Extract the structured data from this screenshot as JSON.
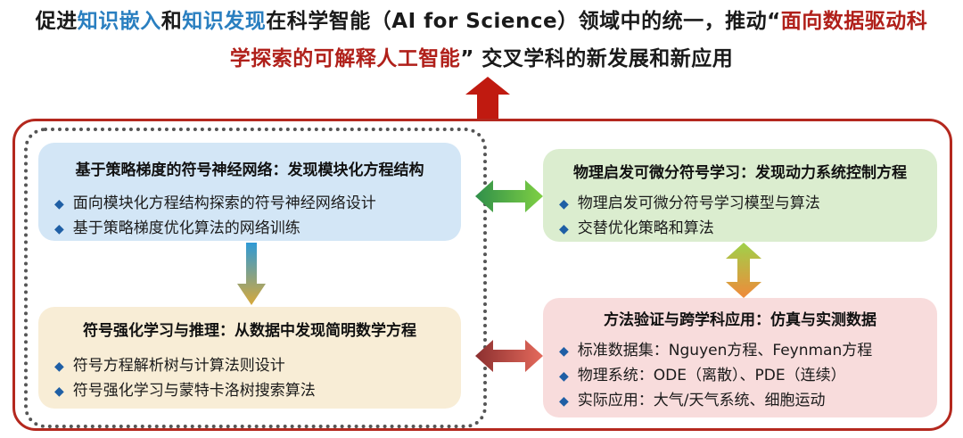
{
  "title": {
    "line1_a": "促进",
    "line1_b": "知识嵌入",
    "line1_c": "和",
    "line1_d": "知识发现",
    "line1_e": "在科学智能（AI for Science）领域中的统一，推动“",
    "line1_f": "面向数据驱动科",
    "line2_a": "学探索的可解释人工智能",
    "line2_b": "” 交叉学科的新发展和新应用"
  },
  "boxes": {
    "policy": {
      "title": "基于策略梯度的符号神经网络：发现模块化方程结构",
      "items": [
        "面向模块化方程结构探索的符号神经网络设计",
        "基于策略梯度优化算法的网络训练"
      ]
    },
    "physics": {
      "title": "物理启发可微分符号学习：发现动力系统控制方程",
      "items": [
        "物理启发可微分符号学习模型与算法",
        "交替优化策略和算法"
      ]
    },
    "rl": {
      "title": "符号强化学习与推理：从数据中发现简明数学方程",
      "items": [
        "符号方程解析树与计算法则设计",
        "符号强化学习与蒙特卡洛树搜索算法"
      ]
    },
    "validation": {
      "title": "方法验证与跨学科应用：仿真与实测数据",
      "items": [
        "标准数据集：Nguyen方程、Feynman方程",
        "物理系统：ODE（离散）、PDE（连续）",
        "实际应用：大气/天气系统、细胞运动"
      ]
    }
  },
  "colors": {
    "frame": "#b4281e",
    "blue_text": "#2a7fc0",
    "red_text": "#b0201a",
    "box_blue": "#d3e6f6",
    "box_green": "#dbedcf",
    "box_yellow": "#f8edd6",
    "box_pink": "#f8dcdc"
  },
  "icons": {
    "bullet": "◆"
  }
}
